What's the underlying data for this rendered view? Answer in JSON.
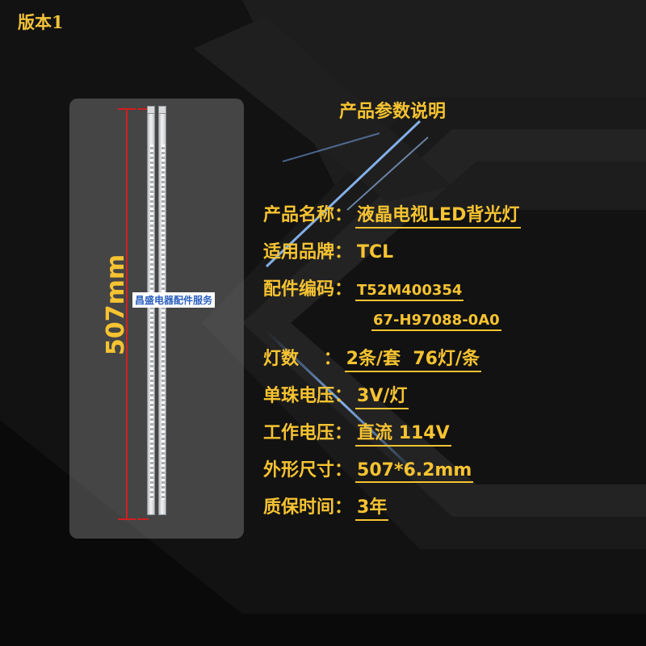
{
  "header": {
    "version": "版本1"
  },
  "figure": {
    "length_label": "507mm",
    "watermark": "昌盛电器配件服务"
  },
  "colors": {
    "accent": "#f6c331",
    "dimension": "#d21e1e",
    "watermark_text": "#2b5fbf"
  },
  "specs": {
    "title": "产品参数说明",
    "rows": [
      {
        "label": "产品名称",
        "colon": "：",
        "value": "液晶电视LED背光灯"
      },
      {
        "label": "适用品牌",
        "colon": "：",
        "value": "TCL"
      },
      {
        "label": "配件编码",
        "colon": "：",
        "value": "T52M400354"
      },
      {
        "label": "灯数",
        "colon": "    ：",
        "value": "2条/套  76灯/条"
      },
      {
        "label": "单珠电压",
        "colon": "：",
        "value": "3V/灯"
      },
      {
        "label": "工作电压",
        "colon": "：",
        "value": "直流 114V"
      },
      {
        "label": "外形尺寸",
        "colon": "：",
        "value": "507*6.2mm"
      },
      {
        "label": "质保时间",
        "colon": "：",
        "value": "3年"
      }
    ],
    "code_line2": "67-H97088-0A0"
  }
}
